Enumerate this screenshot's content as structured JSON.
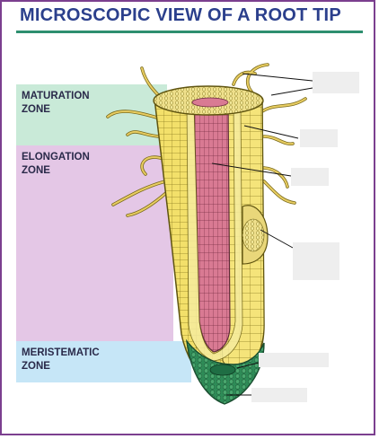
{
  "title": "MICROSCOPIC VIEW OF A ROOT TIP",
  "zones": [
    {
      "id": "maturation",
      "label": "MATURATION\nZONE"
    },
    {
      "id": "elongation",
      "label": "ELONGATION\nZONE"
    },
    {
      "id": "meristematic",
      "label": "MERISTEMATIC\nZONE"
    }
  ],
  "answer_boxes": [
    "",
    "",
    "",
    "",
    "",
    ""
  ],
  "colors": {
    "title": "#2b3f8c",
    "title_rule": "#2e8f6f",
    "frame": "#7b3f8f",
    "maturation_zone": "#c9ead8",
    "elongation_zone": "#e4c7e6",
    "meristematic_zone": "#c6e6f7",
    "cortex": "#f3e06a",
    "vascular_core": "#d97a93",
    "root_cap": "#2e8b57",
    "root_hair": "#e8cd62"
  }
}
